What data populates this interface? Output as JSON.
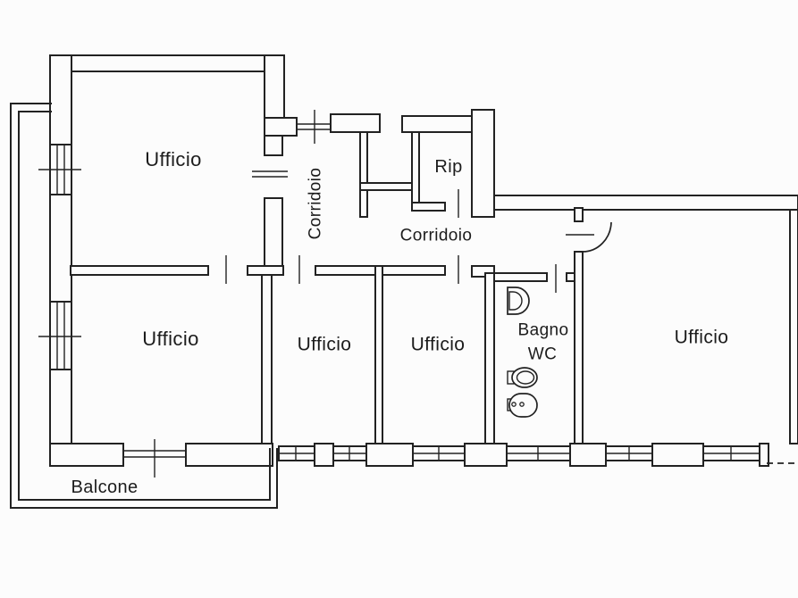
{
  "plan": {
    "type": "floor-plan",
    "background_color": "#fcfcfc",
    "line_color": "#222222",
    "text_color": "#1c1c1c",
    "labels": {
      "ufficio_top_left": "Ufficio",
      "corridoio_vertical": "Corridoio",
      "rip": "Rip",
      "corridoio_horizontal": "Corridoio",
      "ufficio_bottom_left": "Ufficio",
      "ufficio_middle_left": "Ufficio",
      "ufficio_middle_right": "Ufficio",
      "bagno_line1": "Bagno",
      "bagno_line2": "WC",
      "ufficio_right": "Ufficio",
      "balcone": "Balcone"
    },
    "fixtures": [
      "sink",
      "toilet",
      "bidet"
    ],
    "features": [
      "windows",
      "door-swing-arc",
      "balcony-railing",
      "door-opening-ticks"
    ]
  }
}
